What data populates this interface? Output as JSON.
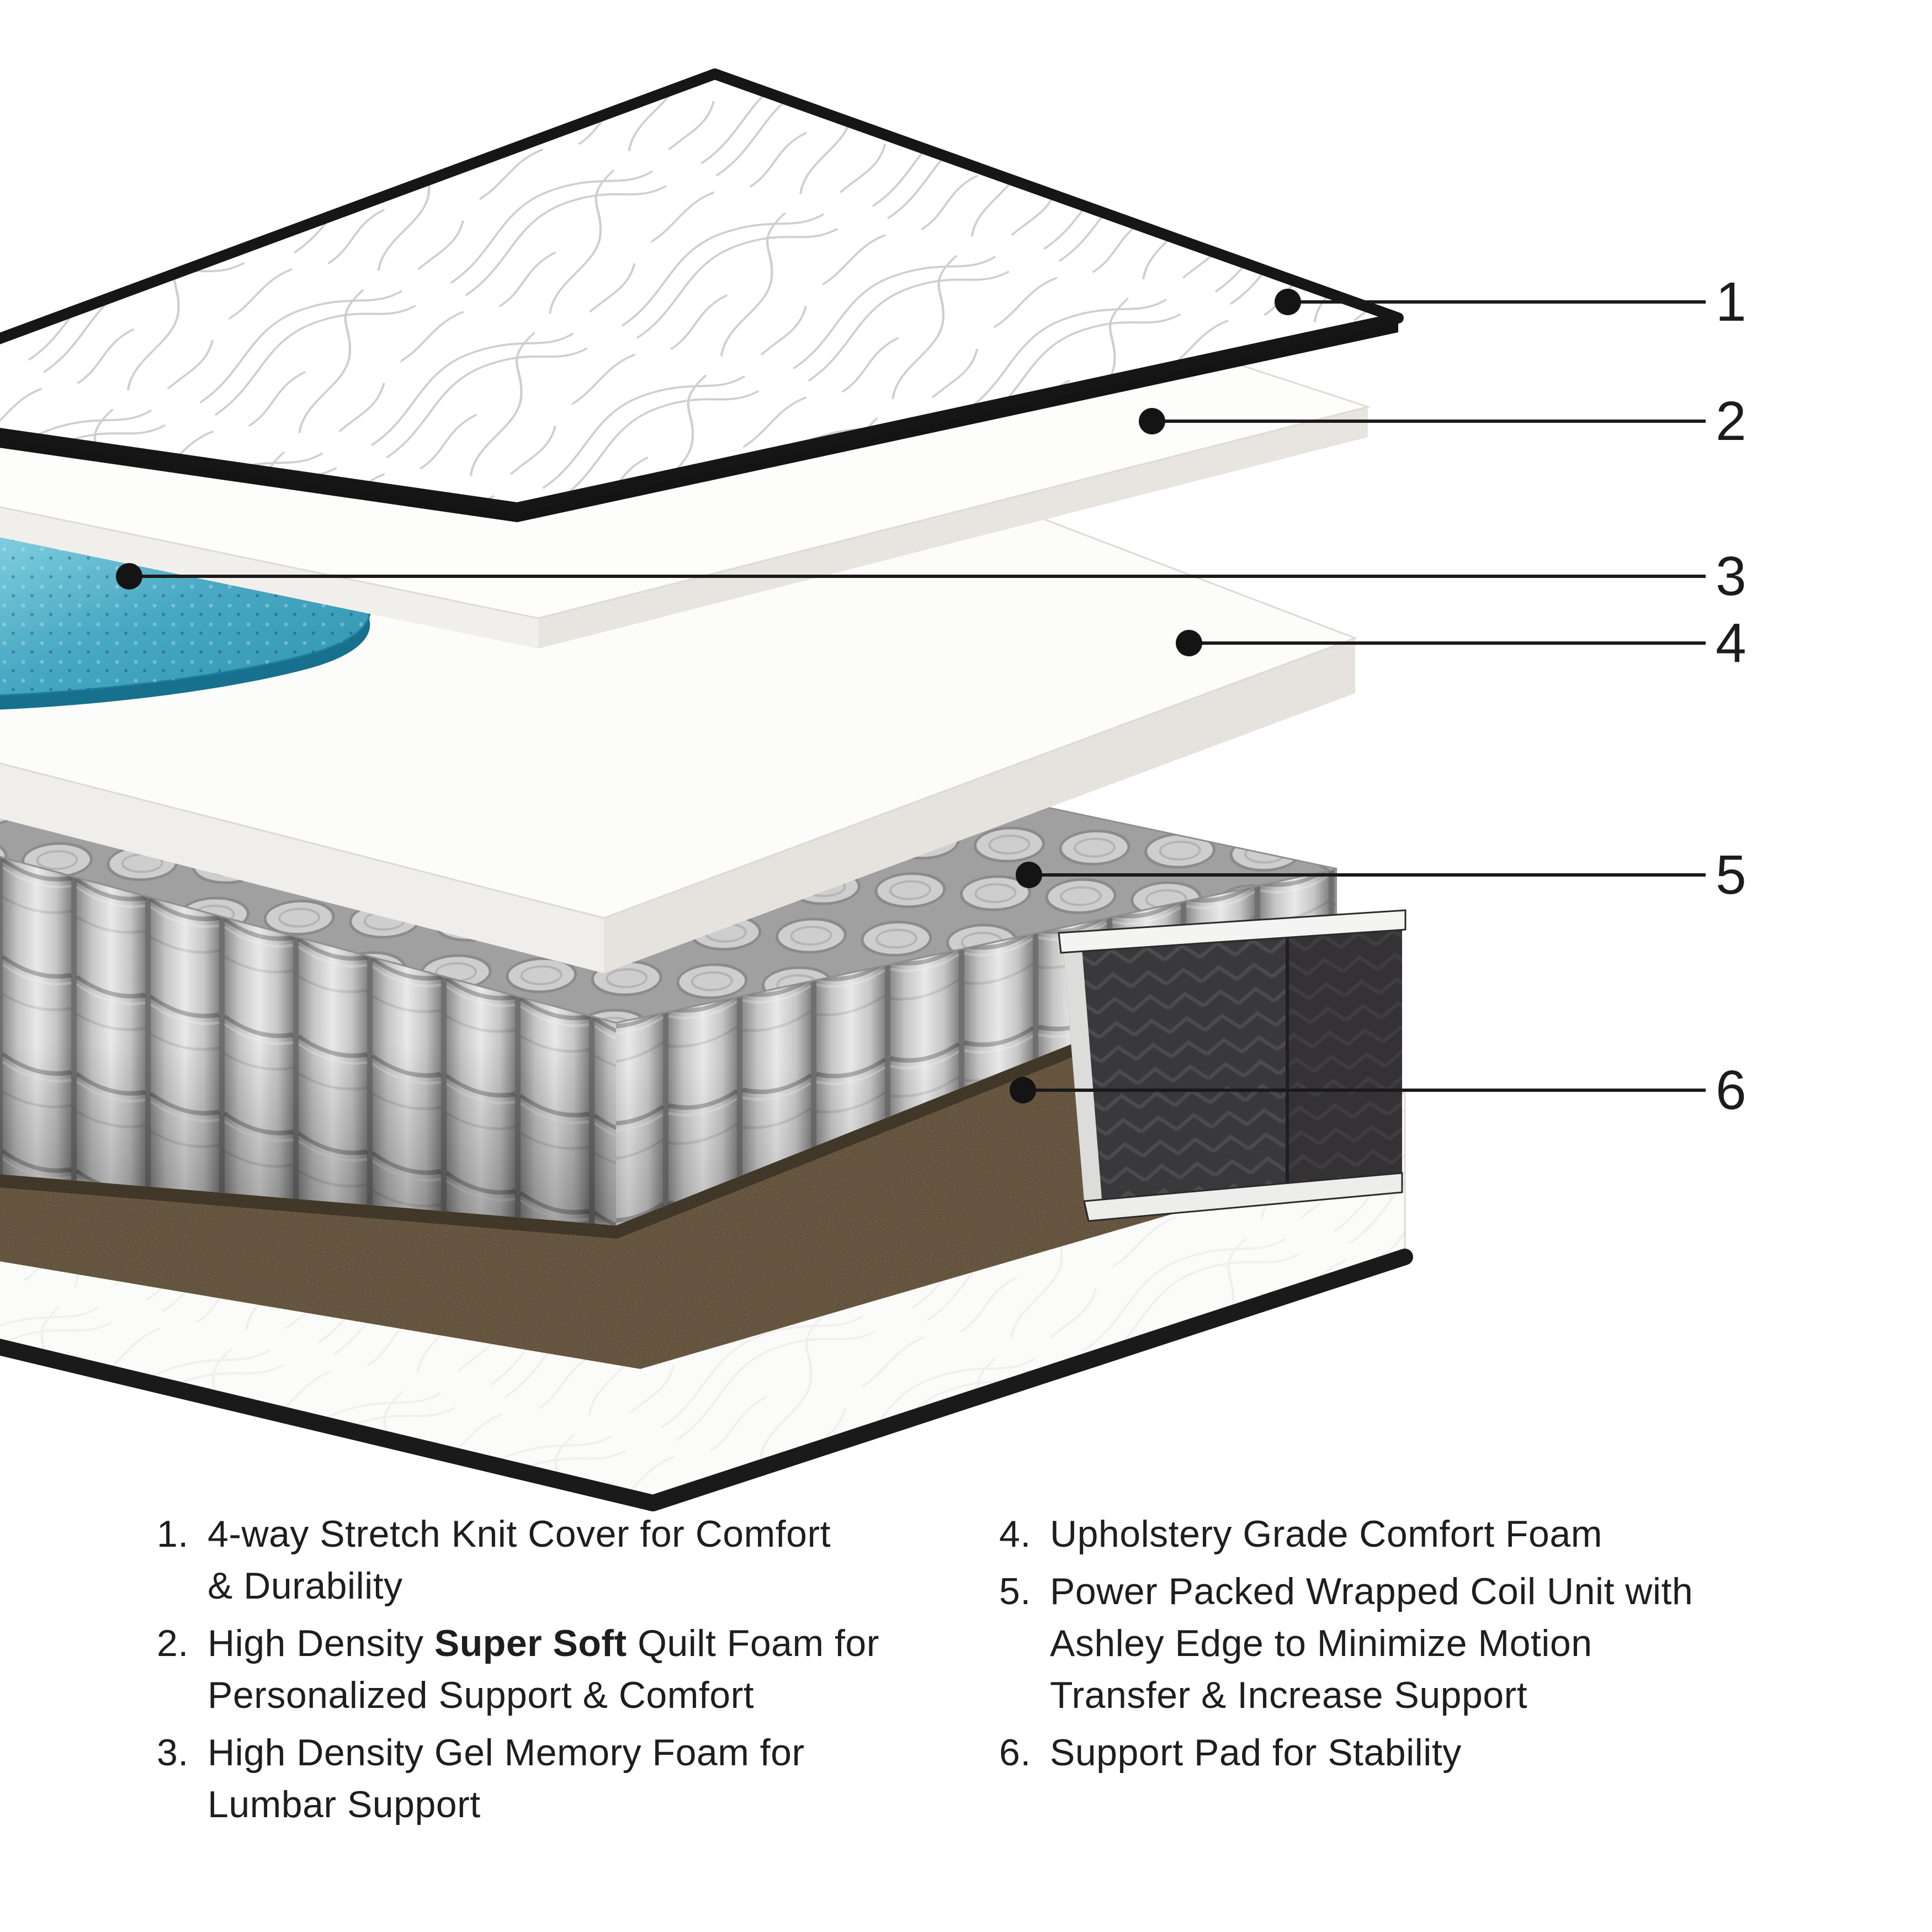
{
  "diagram": {
    "title": "Mattress exploded layer diagram",
    "colors": {
      "gel": "#3f9fba",
      "coil": "#bcbcbc",
      "support_pad": "#463522",
      "edge_border": "#39383a",
      "line": "#1a1a1a",
      "text": "#1e1e1e"
    }
  },
  "callouts": [
    {
      "label": "1"
    },
    {
      "label": "2"
    },
    {
      "label": "3"
    },
    {
      "label": "4"
    },
    {
      "label": "5"
    },
    {
      "label": "6"
    }
  ],
  "legend": {
    "left": [
      {
        "num": "1.",
        "text": "4-way Stretch Knit Cover for Comfort\n& Durability"
      },
      {
        "num": "2.",
        "pre": "High Density ",
        "bold": "Super Soft",
        "post": " Quilt Foam for\nPersonalized Support & Comfort"
      },
      {
        "num": "3.",
        "text": "High Density Gel Memory Foam for\nLumbar Support"
      }
    ],
    "right": [
      {
        "num": "4.",
        "text": "Upholstery Grade Comfort Foam"
      },
      {
        "num": "5.",
        "text": "Power Packed Wrapped Coil Unit with\nAshley Edge to Minimize Motion\nTransfer & Increase Support"
      },
      {
        "num": "6.",
        "text": "Support Pad for Stability"
      }
    ]
  }
}
